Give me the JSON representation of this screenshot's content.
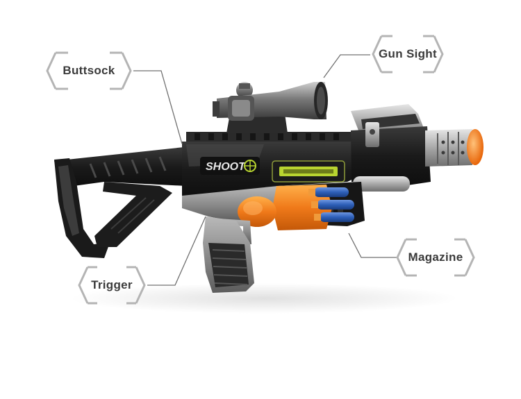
{
  "labels": {
    "buttstock": "Buttsock",
    "sight": "Gun Sight",
    "magazine": "Magazine",
    "trigger": "Trigger"
  },
  "colors": {
    "label_text": "#3a3a3a",
    "frame_stroke": "#b4b4b4",
    "leader_line": "#707070",
    "gun_body": "#1e1e1e",
    "gun_grey": "#8a8a8a",
    "accent_orange": "#f07a1a",
    "dart_blue": "#2d5fb8",
    "lime_accent": "#b8d430"
  },
  "product_decal": "SHOOT"
}
